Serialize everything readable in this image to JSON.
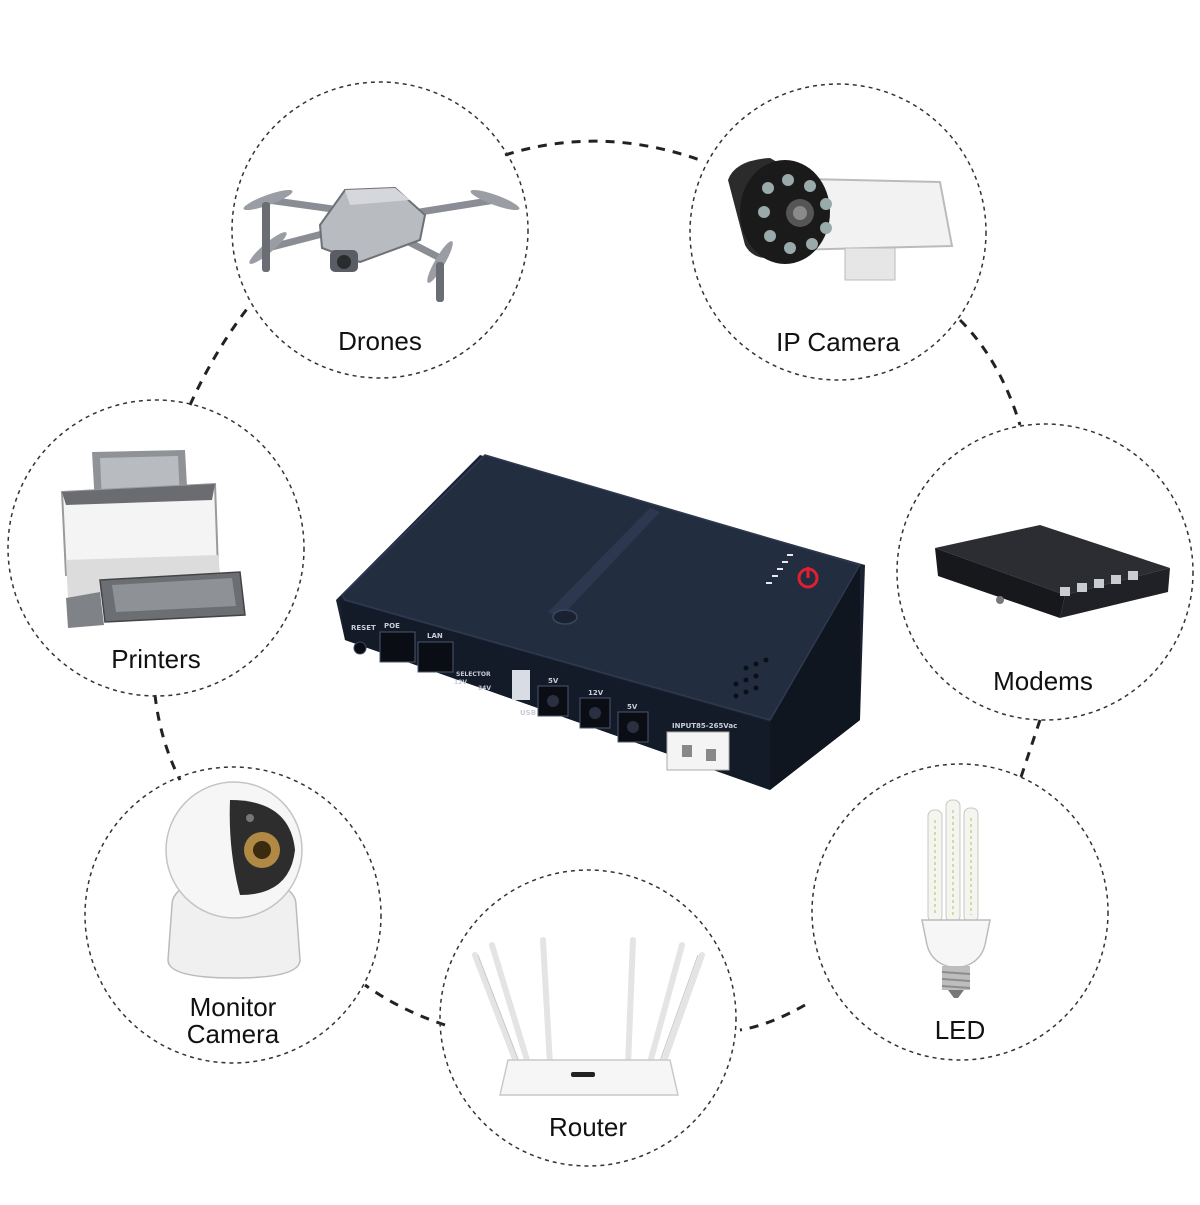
{
  "devices": {
    "drones": "Drones",
    "ip_camera": "IP Camera",
    "printers": "Printers",
    "modems": "Modems",
    "monitor_camera_line1": "Monitor",
    "monitor_camera_line2": "Camera",
    "led": "LED",
    "router": "Router"
  },
  "ups": {
    "reset": "RESET",
    "poe": "POE",
    "lan": "LAN",
    "selector": "SELECTOR",
    "v12": "12V",
    "v24": "24V",
    "usb": "USB",
    "dc_5v_a": "5V",
    "dc_12v": "12V",
    "dc_5v_b": "5V",
    "input": "INPUT85-265Vac"
  },
  "colors": {
    "ups_body": "#1c2535",
    "ups_top": "#242e42",
    "power_button": "#e02030",
    "dashed_line": "#222222"
  }
}
